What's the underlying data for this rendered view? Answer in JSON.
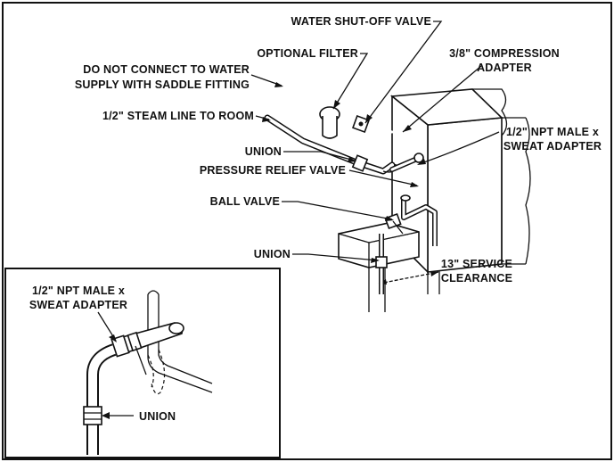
{
  "colors": {
    "ink": "#111111",
    "paper": "#ffffff"
  },
  "labels": {
    "water_shutoff_valve": "WATER SHUT-OFF VALVE",
    "optional_filter": "OPTIONAL FILTER",
    "compression_adapter_1": "3/8\" COMPRESSION",
    "compression_adapter_2": "ADAPTER",
    "saddle_warning_1": "DO NOT CONNECT TO WATER",
    "saddle_warning_2": "SUPPLY WITH SADDLE FITTING",
    "steam_line": "1/2\" STEAM LINE TO ROOM",
    "union_top": "UNION",
    "npt_adapter_1": "1/2\" NPT MALE x",
    "npt_adapter_2": "SWEAT ADAPTER",
    "pressure_relief_valve": "PRESSURE RELIEF VALVE",
    "ball_valve": "BALL VALVE",
    "union_mid": "UNION",
    "service_clearance_1": "13\" SERVICE",
    "service_clearance_2": "CLEARANCE",
    "inset_npt_adapter_1": "1/2\" NPT MALE x",
    "inset_npt_adapter_2": "SWEAT ADAPTER",
    "inset_union": "UNION"
  }
}
